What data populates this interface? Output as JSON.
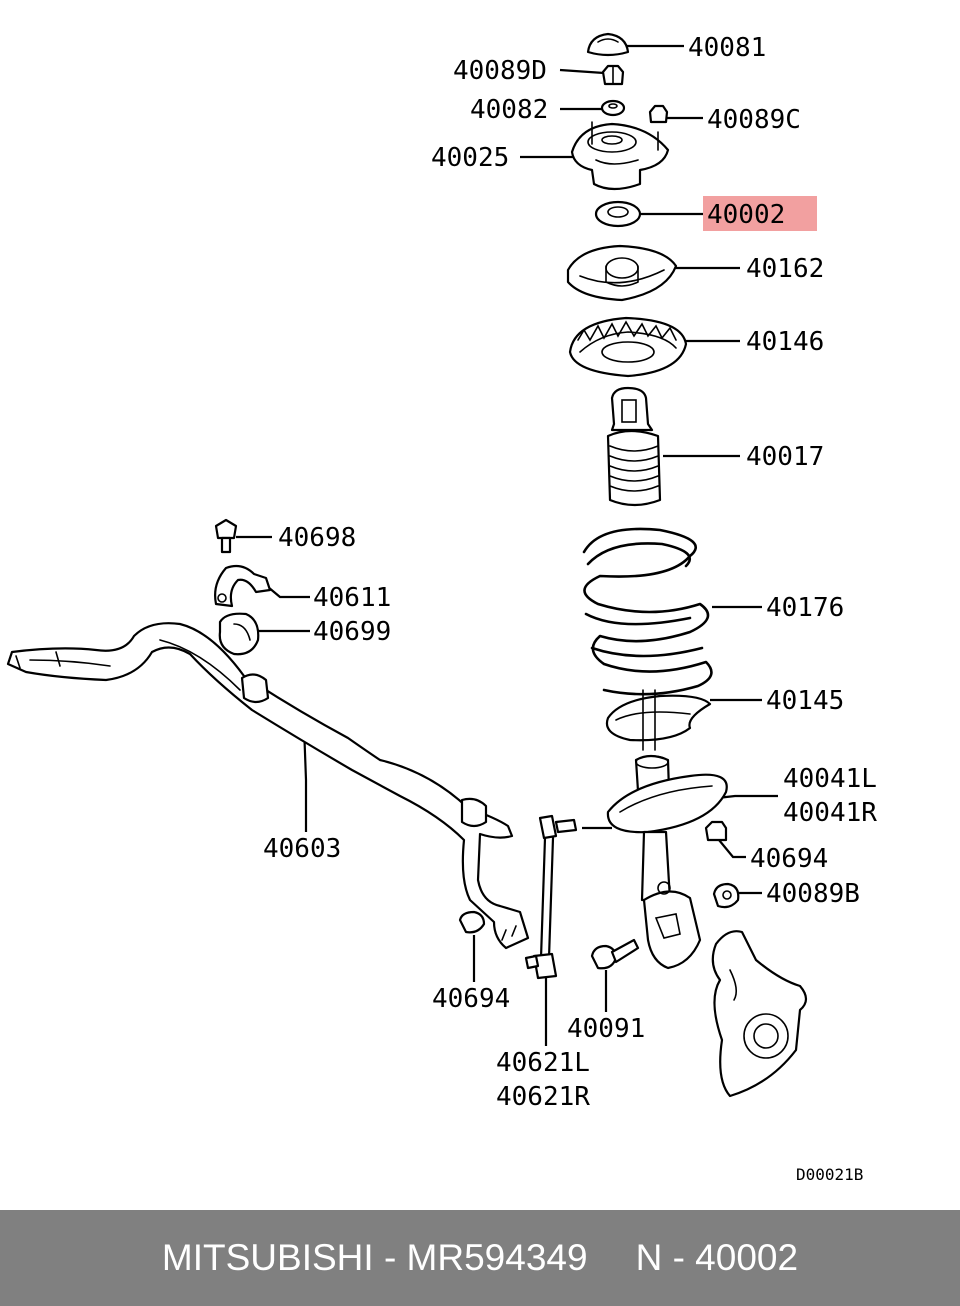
{
  "diagram": {
    "labels": [
      "40081",
      "40089D",
      "40082",
      "40089C",
      "40025",
      "40002",
      "40162",
      "40146",
      "40017",
      "40698",
      "40611",
      "40699",
      "40176",
      "40145",
      "40041L",
      "40041R",
      "40603",
      "40694",
      "40694",
      "40089B",
      "40091",
      "40621L",
      "40621R"
    ],
    "highlighted_label": "40002",
    "highlight_color": "#f2a0a0",
    "drawing_code": "D00021B"
  },
  "footer": {
    "brand_part": "MITSUBISHI - MR594349",
    "ref": "N - 40002",
    "background": "#808080"
  }
}
